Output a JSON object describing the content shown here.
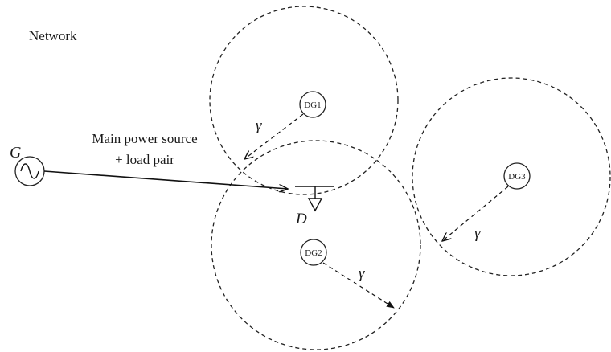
{
  "title": "Network",
  "generator": {
    "symbol": "G"
  },
  "source_label": {
    "line1": "Main power source",
    "line2": "+ load pair"
  },
  "load": {
    "symbol": "D"
  },
  "dgs": [
    {
      "label": "DG1",
      "radius_symbol": "γ"
    },
    {
      "label": "DG2",
      "radius_symbol": "γ"
    },
    {
      "label": "DG3",
      "radius_symbol": "γ"
    }
  ]
}
